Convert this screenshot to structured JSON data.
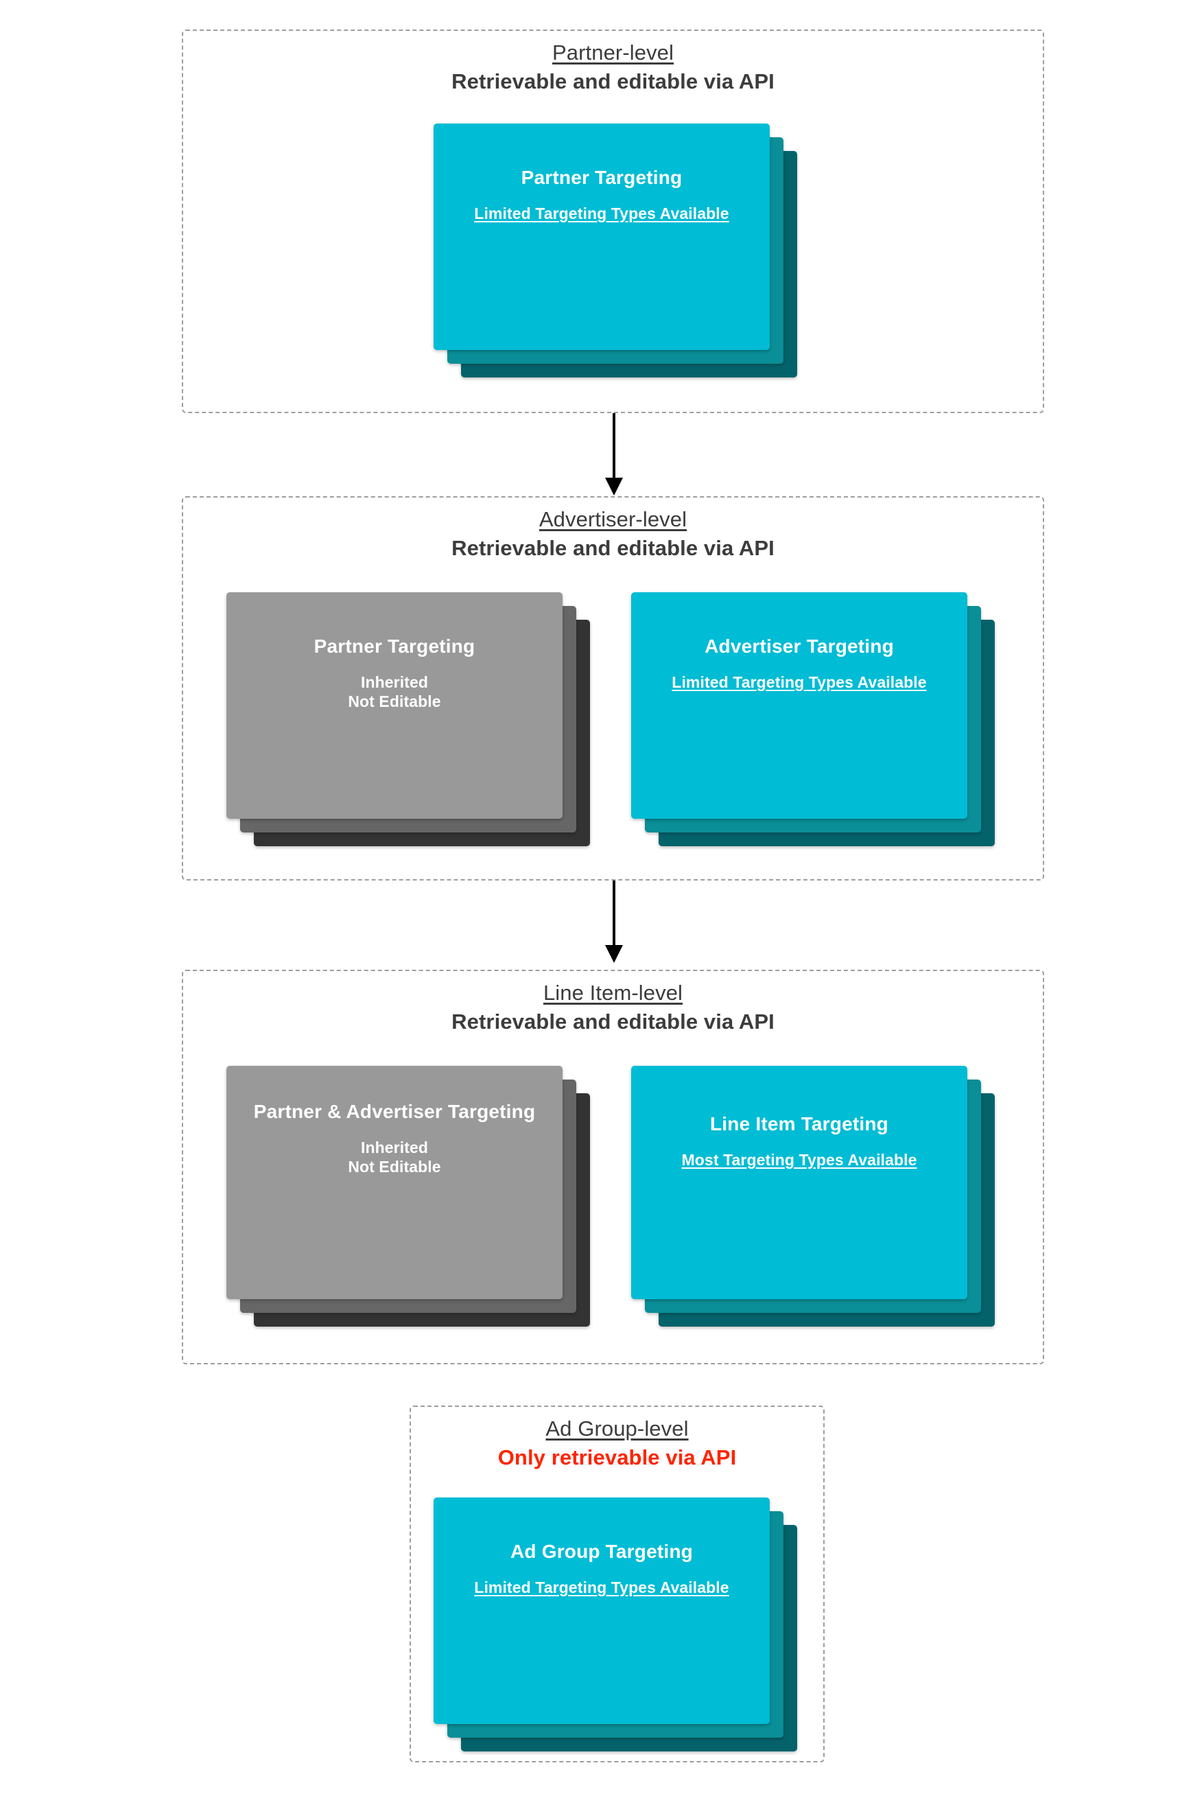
{
  "levels": [
    {
      "name": "Partner-level",
      "api_note": "Retrievable and editable via API",
      "api_note_warning": false,
      "cards": [
        {
          "title": "Partner Targeting",
          "subtitle": "Limited Targeting Types Available",
          "style": "cyan",
          "subtitle_underlined": true
        }
      ]
    },
    {
      "name": "Advertiser-level",
      "api_note": "Retrievable and editable via API",
      "api_note_warning": false,
      "cards": [
        {
          "title": "Partner Targeting",
          "subtitle": "Inherited\nNot Editable",
          "style": "gray",
          "subtitle_underlined": false
        },
        {
          "title": "Advertiser Targeting",
          "subtitle": "Limited Targeting Types Available",
          "style": "cyan",
          "subtitle_underlined": true
        }
      ]
    },
    {
      "name": "Line Item-level",
      "api_note": "Retrievable and editable via API",
      "api_note_warning": false,
      "cards": [
        {
          "title": "Partner & Advertiser Targeting",
          "subtitle": "Inherited\nNot Editable",
          "style": "gray",
          "subtitle_underlined": false
        },
        {
          "title": "Line Item Targeting",
          "subtitle": "Most Targeting Types Available",
          "style": "cyan",
          "subtitle_underlined": true
        }
      ]
    },
    {
      "name": "Ad Group-level",
      "api_note": "Only retrievable via API",
      "api_note_warning": true,
      "cards": [
        {
          "title": "Ad Group Targeting",
          "subtitle": "Limited Targeting Types Available",
          "style": "cyan",
          "subtitle_underlined": true
        }
      ]
    }
  ],
  "connectors": [
    {
      "from": "Partner-level",
      "to": "Advertiser-level"
    },
    {
      "from": "Advertiser-level",
      "to": "Line Item-level"
    }
  ],
  "colors": {
    "cyan_front": "#00bcd4",
    "cyan_mid": "#0a8e97",
    "cyan_back": "#04626b",
    "gray_front": "#999999",
    "gray_mid": "#666666",
    "gray_back": "#333333",
    "warning_text": "#ff2400",
    "heading_text": "#3c3c3c",
    "dashed_border": "#9e9e9e",
    "card_text": "#ffffff"
  }
}
